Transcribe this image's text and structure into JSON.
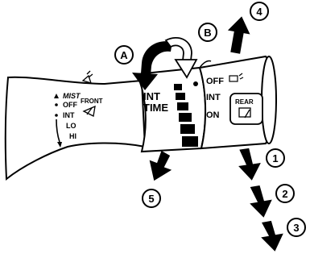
{
  "left_switch": {
    "mist": "MIST",
    "off": "OFF",
    "int": "INT",
    "lo": "LO",
    "hi": "HI",
    "front": "FRONT"
  },
  "int_time_ring": {
    "line1": "INT",
    "line2": "TIME"
  },
  "rear_switch": {
    "off": "OFF",
    "int": "INT",
    "on": "ON",
    "rear": "REAR"
  },
  "markers": {
    "a": "A",
    "b": "B",
    "n1": "1",
    "n2": "2",
    "n3": "3",
    "n4": "4",
    "n5": "5"
  },
  "icons": [
    "front-washer-icon",
    "rear-washer-icon",
    "front-wiper-icon",
    "rear-wiper-icon"
  ]
}
